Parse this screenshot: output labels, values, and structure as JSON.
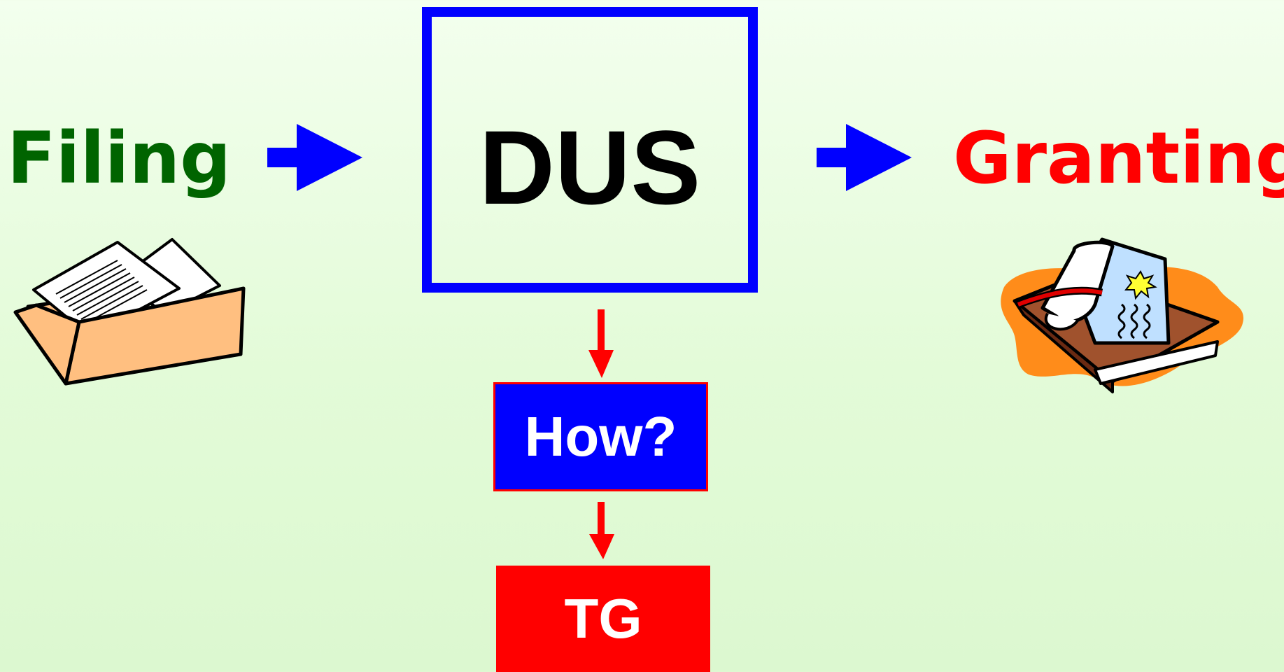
{
  "nodes": {
    "filing": {
      "label": "Filing",
      "color": "#006400"
    },
    "dus": {
      "label": "DUS",
      "border_color": "#0000ff"
    },
    "how": {
      "label": "How?",
      "fill_color": "#0000ff"
    },
    "tg": {
      "label": "TG",
      "fill_color": "#ff0000"
    },
    "granting": {
      "label": "Granting",
      "color": "#ff0000"
    }
  },
  "edges": [
    {
      "from": "filing",
      "to": "dus",
      "color": "#0000ff"
    },
    {
      "from": "dus",
      "to": "granting",
      "color": "#0000ff"
    },
    {
      "from": "dus",
      "to": "how",
      "color": "#ff0000"
    },
    {
      "from": "how",
      "to": "tg",
      "color": "#ff0000"
    }
  ],
  "icons": {
    "filing": "file-folder-icon",
    "granting": "certificate-scroll-icon"
  }
}
